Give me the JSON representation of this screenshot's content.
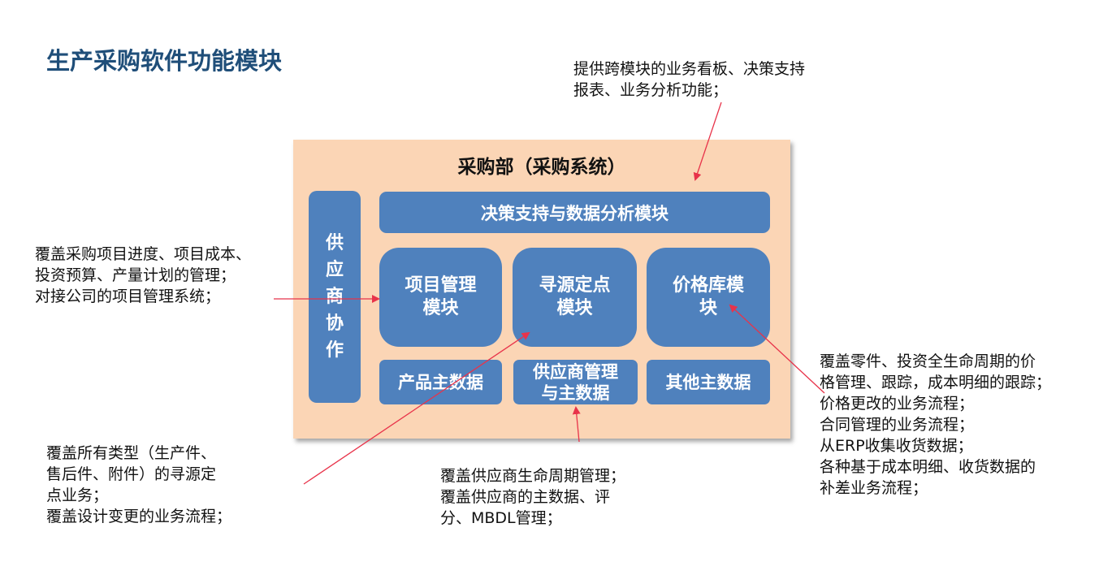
{
  "title": "生产采购软件功能模块",
  "panel": {
    "title": "采购部（采购系统）",
    "supplier_collab": "供应商协作",
    "decision_module": "决策支持与数据分析模块",
    "project_module": "项目管理\n模块",
    "sourcing_module": "寻源定点\n模块",
    "price_module": "价格库模\n块",
    "product_master": "产品主数据",
    "supplier_master": "供应商管理\n与主数据",
    "other_master": "其他主数据"
  },
  "notes": {
    "top": "提供跨模块的业务看板、决策支持\n报表、业务分析功能；",
    "left": "覆盖采购项目进度、项目成本、\n投资预算、产量计划的管理；\n对接公司的项目管理系统；",
    "bottom_left": "覆盖所有类型（生产件、\n售后件、附件）的寻源定\n点业务；\n覆盖设计变更的业务流程；",
    "bottom_center": "覆盖供应商生命周期管理；\n覆盖供应商的主数据、评\n分、MBDL管理；",
    "right": "覆盖零件、投资全生命周期的价\n格管理、跟踪，成本明细的跟踪；\n价格更改的业务流程；\n合同管理的业务流程；\n从ERP收集收货数据；\n各种基于成本明细、收货数据的\n补差业务流程；"
  },
  "colors": {
    "title": "#1f4e79",
    "panel": "#fbd5b5",
    "module": "#4f81bd",
    "arrow": "#e8334a"
  }
}
